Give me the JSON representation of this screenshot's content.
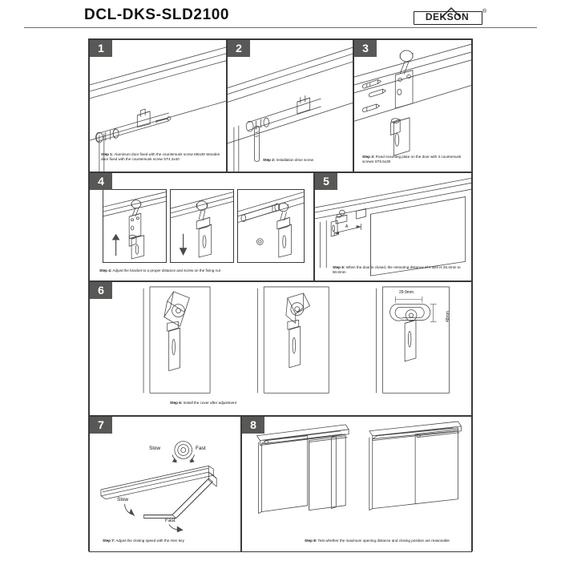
{
  "header": {
    "title": "DCL-DKS-SLD2100",
    "brand": "DEKSON",
    "brand_mark": "®"
  },
  "steps": [
    {
      "number": "1",
      "label": "Step 1:",
      "text": "Aluminum door fixed with the countersunk screw M5x30  Wooden door fixed with the countersunk screw ST4.2x40"
    },
    {
      "number": "2",
      "label": "Step 2:",
      "text": "Installation drive screw"
    },
    {
      "number": "3",
      "label": "Step 3:",
      "text": "Fixed mounting plate on the door with 3 countersunk screws ST5.5x30"
    },
    {
      "number": "4",
      "label": "Step 4:",
      "text": "Adjust the bracket to a proper distance and screw on the fixing nut"
    },
    {
      "number": "5",
      "label": "Step 5:",
      "text": "When the door is closed, the retracting distance of A size is 25.4mm to 50.8mm"
    },
    {
      "number": "6",
      "label": "Step 6:",
      "text": "Install the cover after adjustment"
    },
    {
      "number": "7",
      "label": "Step 7:",
      "text": "Adjust the closing speed with the Alen key"
    },
    {
      "number": "8",
      "label": "Step 8:",
      "text": "Test whether the maximum opening distance and closing position are reasonable"
    }
  ],
  "annotations": {
    "dim_a": "A",
    "dim_width": "29.9mm",
    "dim_height": "48mm",
    "speed_slow": "Slow",
    "speed_fast": "Fast",
    "key_slow": "Slow",
    "key_fast": "Fast"
  },
  "colors": {
    "badge_bg": "#585856",
    "line": "#3a3a3a",
    "text": "#111111",
    "paper": "#ffffff"
  }
}
